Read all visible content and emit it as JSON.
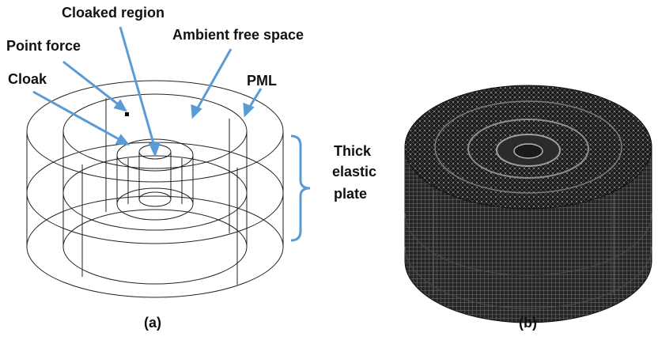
{
  "labels": {
    "cloaked_region": "Cloaked region",
    "point_force": "Point force",
    "ambient_free_space": "Ambient free space",
    "cloak": "Cloak",
    "pml": "PML",
    "plate_line1": "Thick",
    "plate_line2": "elastic",
    "plate_line3": "plate"
  },
  "captions": {
    "left": "(a)",
    "right": "(b)"
  },
  "colors": {
    "arrow": "#5b9bd5",
    "wire": "#222222",
    "mesh_dark": "#1c1c1c",
    "mesh_light": "#8a8a8a"
  }
}
